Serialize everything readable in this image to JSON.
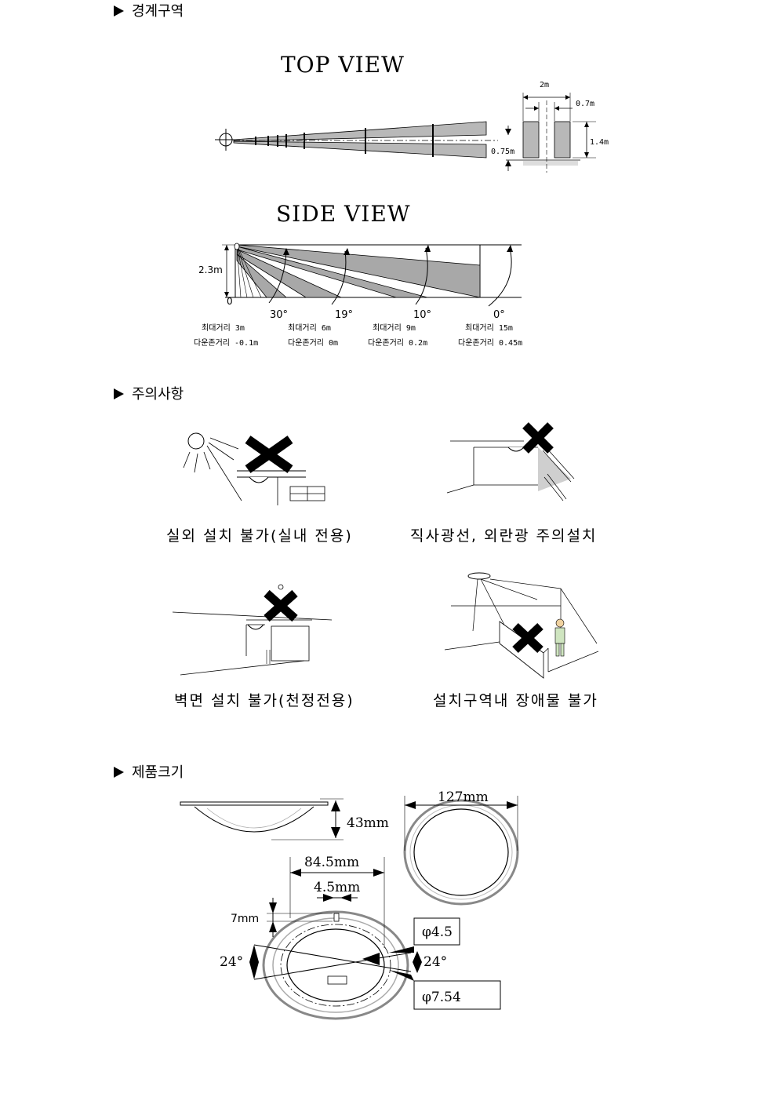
{
  "sections": {
    "zone": "경계구역",
    "caution": "주의사항",
    "size": "제품크기"
  },
  "top_view": {
    "title": "TOP VIEW",
    "width": "2m",
    "gap": "0.7m",
    "height": "1.4m",
    "elevation": "0.75m"
  },
  "side_view": {
    "title": "SIDE VIEW",
    "height": "2.3m",
    "zero": "0",
    "angles": [
      "30°",
      "19°",
      "10°",
      "0°"
    ],
    "max_distances": [
      "최대거리 3m",
      "최대거리 6m",
      "최대거리 9m",
      "최대거리 15m"
    ],
    "down_distances": [
      "다운존거리 -0.1m",
      "다운존거리 0m",
      "다운존거리 0.2m",
      "다운존거리 0.45m"
    ]
  },
  "cautions": [
    "실외 설치 불가(실내 전용)",
    "직사광선, 외란광 주의설치",
    "벽면 설치 불가(천정전용)",
    "설치구역내 장애물 불가"
  ],
  "dimensions": {
    "height": "43mm",
    "outer_diameter": "127mm",
    "hole_span": "84.5mm",
    "slot_width": "4.5mm",
    "slot_depth": "7mm",
    "angle_left": "24°",
    "angle_right": "24°",
    "hole_small": "φ4.5",
    "hole_large": "φ7.54"
  }
}
